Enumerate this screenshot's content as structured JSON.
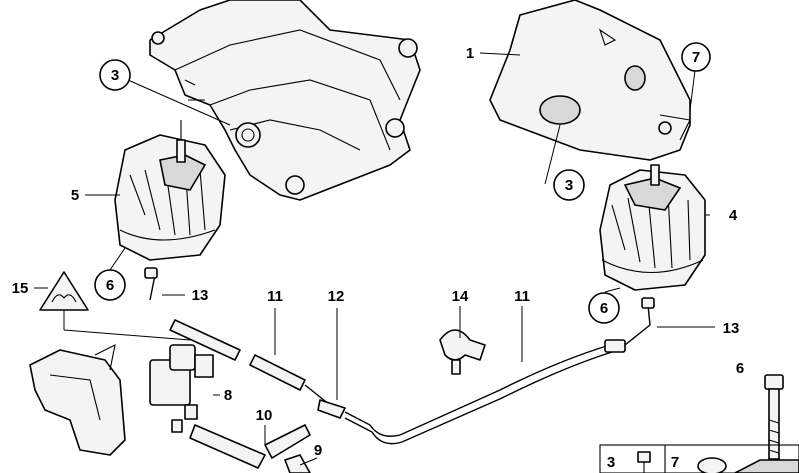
{
  "labels": {
    "c3a": "3",
    "c3b": "3",
    "c6a": "6",
    "c6b": "6",
    "c7": "7",
    "p1": "1",
    "p4": "4",
    "p5": "5",
    "p6": "6",
    "p8": "8",
    "p9": "9",
    "p10": "10",
    "p11a": "11",
    "p11b": "11",
    "p12": "12",
    "p13a": "13",
    "p13b": "13",
    "p14": "14",
    "p15": "15",
    "b3": "3",
    "b7": "7"
  }
}
